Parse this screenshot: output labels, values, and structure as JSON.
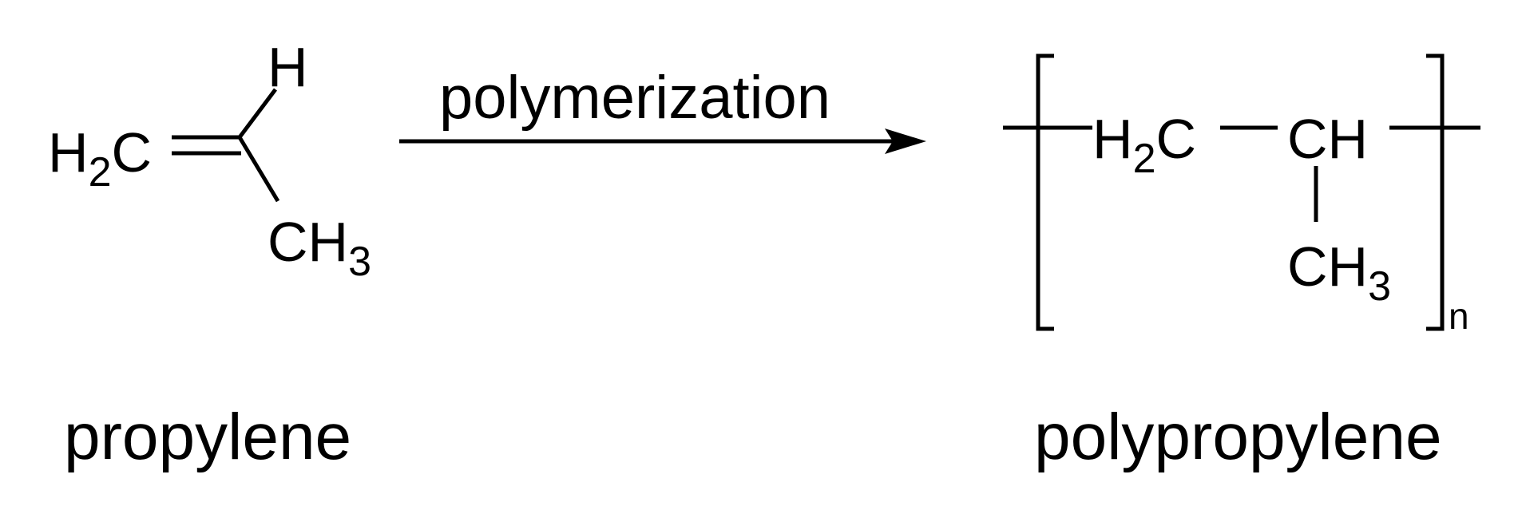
{
  "reactant": {
    "atoms": {
      "h2c_main": "H",
      "h2c_sub": "2",
      "h2c_c": "C",
      "h": "H",
      "ch3_main": "CH",
      "ch3_sub": "3"
    },
    "caption": "propylene"
  },
  "arrow": {
    "label": "polymerization"
  },
  "product": {
    "atoms": {
      "h2c_main": "H",
      "h2c_sub": "2",
      "h2c_c": "C",
      "ch": "CH",
      "ch3_main": "CH",
      "ch3_sub": "3"
    },
    "repeat_subscript": "n",
    "caption": "polypropylene"
  },
  "colors": {
    "ink": "#000000",
    "background": "#ffffff"
  }
}
